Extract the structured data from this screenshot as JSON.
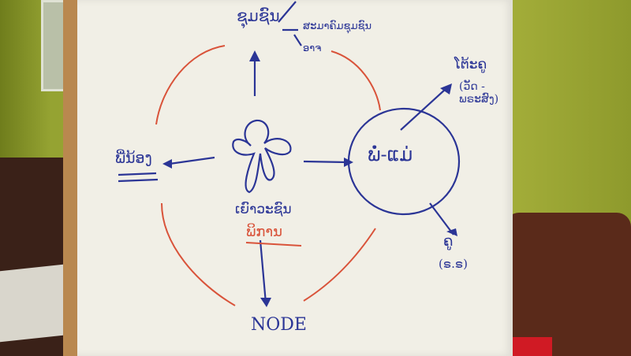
{
  "labels": {
    "community": "ຊຸມຊົນ",
    "association": "ສະມາຄົມຊຸມຊົນ",
    "other": "ອາຈ",
    "temple": "ໂຕ້ະຄູ",
    "temple_detail": "(ວັດ - ພຣະສົງ)",
    "parents": "ພໍ່-ແມ່",
    "siblings": "ພີ່ນ້ອງ",
    "youth": "ເຍົາວະຊົນ",
    "disabled": "ພິການ",
    "teacher": "ຄູ",
    "teacher_detail": "(ຣ.ຣ)",
    "node": "NODE"
  },
  "colors": {
    "blue_ink": "#2b3596",
    "red_ink": "#d9533a",
    "paper": "#f1efe6"
  }
}
